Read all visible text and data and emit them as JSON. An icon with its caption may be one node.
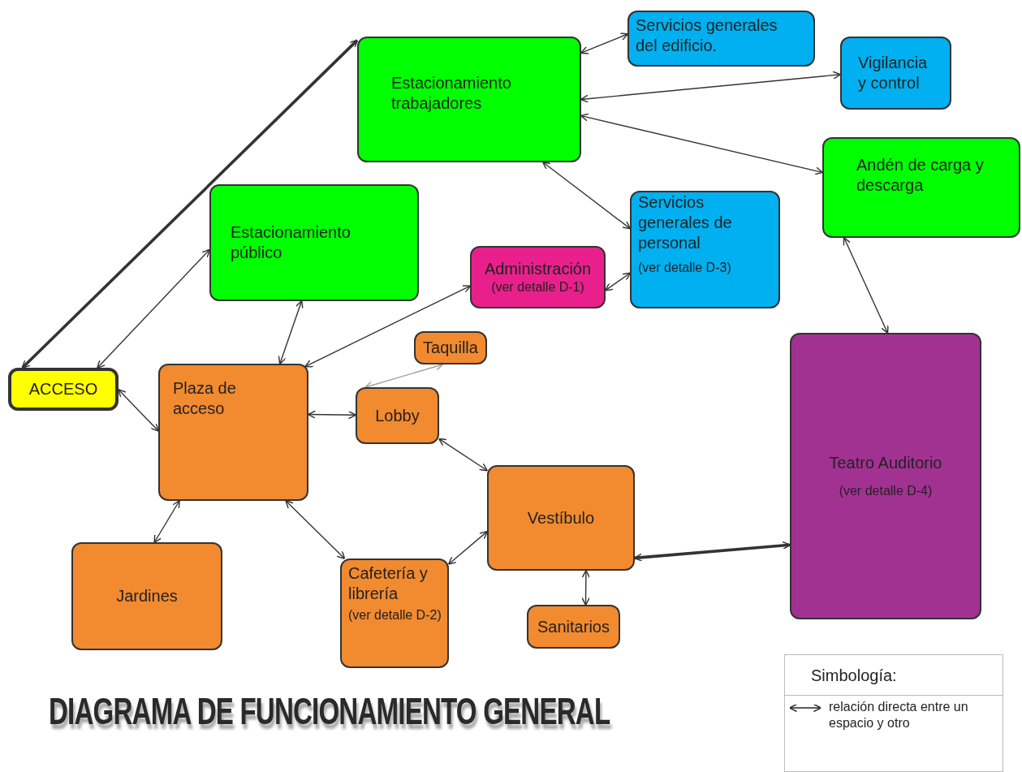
{
  "diagram": {
    "title": "DIAGRAMA DE FUNCIONAMIENTO GENERAL",
    "nodes": [
      {
        "text": [
          "Servicios generales del edificio."
        ]
      },
      {
        "text": [
          "Vigilancia y control"
        ]
      },
      {
        "text": [
          "Estacionamiento trabajadores"
        ]
      },
      {
        "text": [
          "Andén de carga y descarga"
        ]
      },
      {
        "text": [
          "Estacionamiento público"
        ]
      },
      {
        "text": [
          "Servicios generales de personal",
          "(ver detalle D-3)"
        ]
      },
      {
        "text": [
          "Administración",
          "(ver detalle D-1)"
        ]
      },
      {
        "text": [
          "Taquilla"
        ]
      },
      {
        "text": [
          "Teatro Auditorio",
          "(ver detalle D-4)"
        ]
      },
      {
        "text": [
          "ACCESO"
        ]
      },
      {
        "text": [
          "Plaza de acceso"
        ]
      },
      {
        "text": [
          "Lobby"
        ]
      },
      {
        "text": [
          "Vestíbulo"
        ]
      },
      {
        "text": [
          "Jardines"
        ]
      },
      {
        "text": [
          "Cafetería y librería",
          "(ver detalle D-2)"
        ]
      },
      {
        "text": [
          "Sanitarios"
        ]
      }
    ],
    "edges": [
      {
        "from": 2,
        "to": 0,
        "arrow": "both"
      },
      {
        "from": 2,
        "to": 1,
        "arrow": "both"
      },
      {
        "from": 2,
        "to": 3,
        "arrow": "both"
      },
      {
        "from": 2,
        "to": 9,
        "arrow": "both",
        "style": "thick"
      },
      {
        "from": 9,
        "to": 4,
        "arrow": "both"
      },
      {
        "from": 2,
        "to": 5,
        "arrow": "both"
      },
      {
        "from": 6,
        "to": 5,
        "arrow": "both"
      },
      {
        "from": 10,
        "to": 6,
        "arrow": "both"
      },
      {
        "from": 10,
        "to": 4,
        "arrow": "both"
      },
      {
        "from": 9,
        "to": 10,
        "arrow": "both"
      },
      {
        "from": 10,
        "to": 11,
        "arrow": "both"
      },
      {
        "from": 7,
        "to": 11,
        "arrow": "both",
        "color": "#a0a0a0"
      },
      {
        "from": 11,
        "to": 12,
        "arrow": "both"
      },
      {
        "from": 10,
        "to": 14,
        "arrow": "both"
      },
      {
        "from": 14,
        "to": 12,
        "arrow": "both"
      },
      {
        "from": 10,
        "to": 13,
        "arrow": "both"
      },
      {
        "from": 12,
        "to": 15,
        "arrow": "both"
      },
      {
        "from": 12,
        "to": 8,
        "arrow": "both",
        "style": "thick"
      },
      {
        "from": 3,
        "to": 8,
        "arrow": "both"
      }
    ],
    "labels": [
      "Simbología:"
    ],
    "legend": [
      {
        "text": "relación directa entre un espacio y otro"
      }
    ]
  }
}
